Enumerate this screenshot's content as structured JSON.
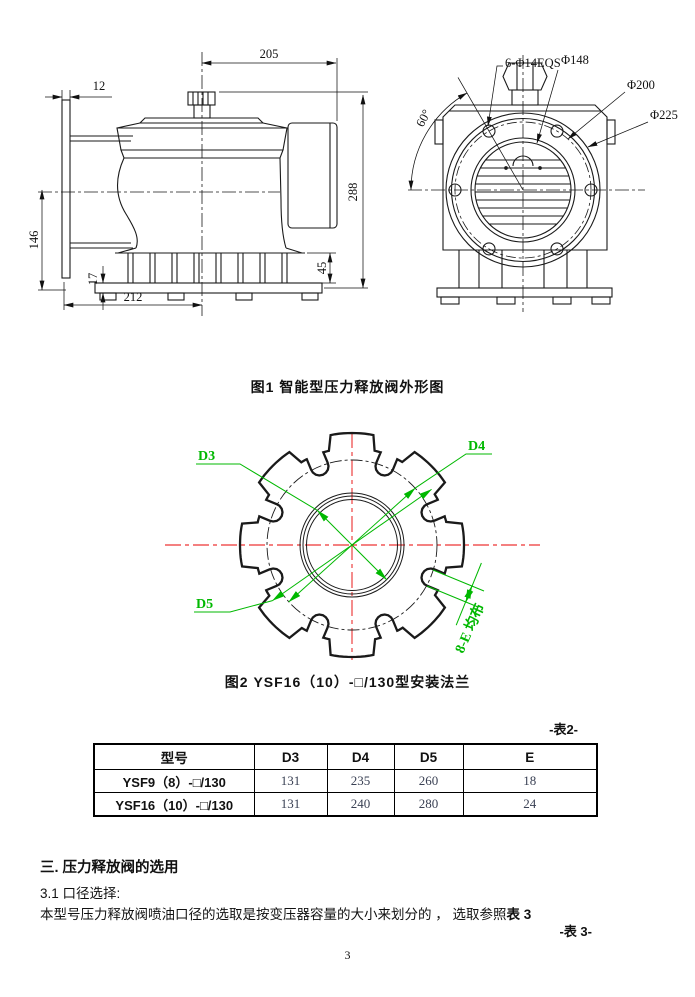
{
  "figure1": {
    "caption": "图1  智能型压力释放阀外形图",
    "side_dims": {
      "width_top": "205",
      "flange_thickness": "12",
      "total_height": "288",
      "inlet_height": "146",
      "foot_height": "17",
      "base_width": "212",
      "rib_height": "45"
    },
    "front_labels": {
      "bolt_holes": "6-Φ14EQS",
      "d148": "Φ148",
      "d200": "Φ200",
      "d225": "Φ225",
      "angle": "60°"
    }
  },
  "figure2": {
    "caption": "图2  YSF16（10）-□/130型安装法兰",
    "labels": {
      "d3": "D3",
      "d4": "D4",
      "d5": "D5",
      "slots": "8-E 均布"
    }
  },
  "table2": {
    "tag": "-表2-",
    "headers": [
      "型号",
      "D3",
      "D4",
      "D5",
      "E"
    ],
    "rows": [
      [
        "YSF9（8）-□/130",
        "131",
        "235",
        "260",
        "18"
      ],
      [
        "YSF16（10）-□/130",
        "131",
        "240",
        "280",
        "24"
      ]
    ]
  },
  "section3": {
    "heading": "三. 压力释放阀的选用",
    "sub_heading": "3.1 口径选择:",
    "body": "本型号压力释放阀喷油口径的选取是按变压器容量的大小来划分的 ， 选取参照",
    "body_ref": "表 3",
    "table3_tag": "-表 3-"
  },
  "page": {
    "number": "3"
  }
}
